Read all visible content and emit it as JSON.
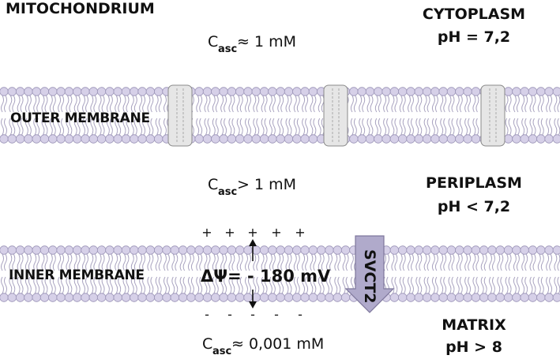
{
  "title": "MITOCHONDRIUM",
  "regions": {
    "cytoplasm": {
      "name": "CYTOPLASM",
      "ph": "pH = 7,2"
    },
    "periplasm": {
      "name": "PERIPLASM",
      "ph": "pH < 7,2"
    },
    "matrix": {
      "name": "MATRIX",
      "ph": "pH > 8"
    }
  },
  "membranes": {
    "outer": "OUTER MEMBRANE",
    "inner": "INNER MEMBRANE"
  },
  "concentrations": {
    "symbol": "C",
    "subscript": "asc",
    "cytoplasm": "≈ 1 mM",
    "periplasm": "> 1 mM",
    "matrix": "≈ 0,001 mM"
  },
  "potential": {
    "label": "ΔΨ= - 180 mV",
    "plus_signs": [
      "+",
      "+",
      "+",
      "+",
      "+"
    ],
    "minus_signs": [
      "-",
      "-",
      "-",
      "-",
      "-"
    ]
  },
  "transporter": {
    "name": "SVCT2"
  },
  "colors": {
    "lipid_head": "#d6d0e8",
    "lipid_head_stroke": "#9c95b8",
    "tail": "#a8a2bf",
    "channel": "#e6e6e6",
    "channel_stroke": "#8a8a8a",
    "arrow": "#b0aacb",
    "arrow_stroke": "#7e779c",
    "text": "#111111"
  }
}
